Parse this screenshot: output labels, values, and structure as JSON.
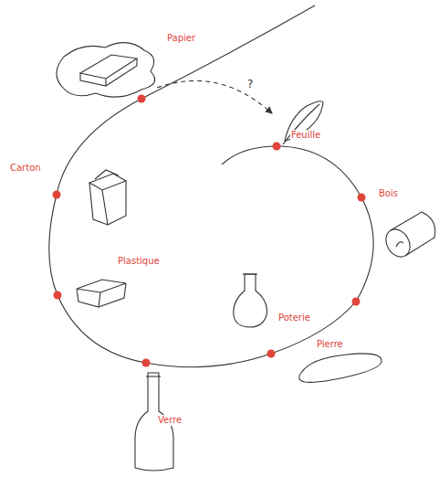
{
  "diagram": {
    "labels": [
      "Papier",
      "?",
      "Feuille",
      "Carton",
      "Bois",
      "Plastique",
      "Poterie",
      "Pierre",
      "Verre"
    ]
  }
}
